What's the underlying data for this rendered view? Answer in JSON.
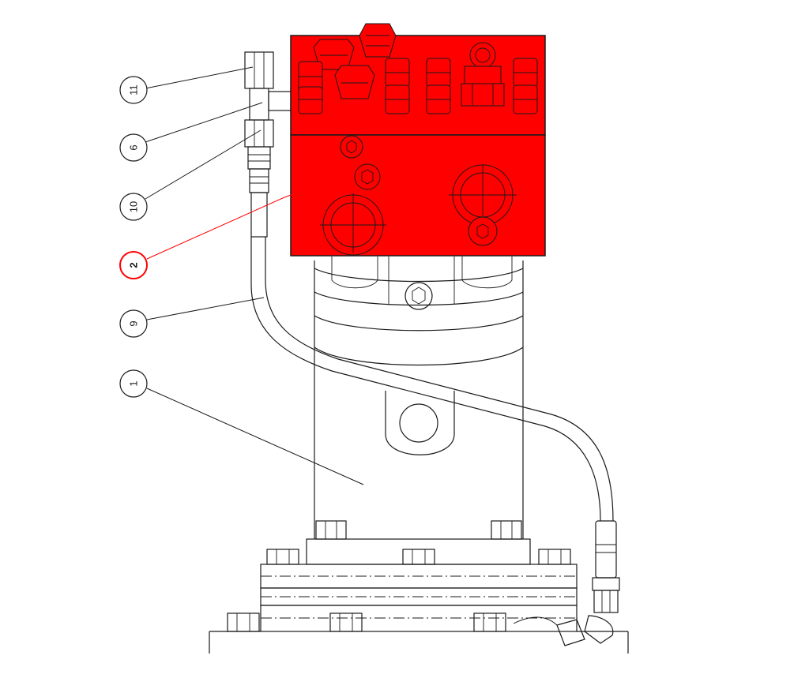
{
  "diagram": {
    "highlight_color": "#ff0000",
    "line_color": "#1a1a1a",
    "background": "#ffffff",
    "callouts": [
      {
        "id": "11",
        "label": "11",
        "highlighted": false
      },
      {
        "id": "6",
        "label": "6",
        "highlighted": false
      },
      {
        "id": "10",
        "label": "10",
        "highlighted": false
      },
      {
        "id": "2",
        "label": "2",
        "highlighted": true
      },
      {
        "id": "9",
        "label": "9",
        "highlighted": false
      },
      {
        "id": "1",
        "label": "1",
        "highlighted": false
      }
    ]
  }
}
